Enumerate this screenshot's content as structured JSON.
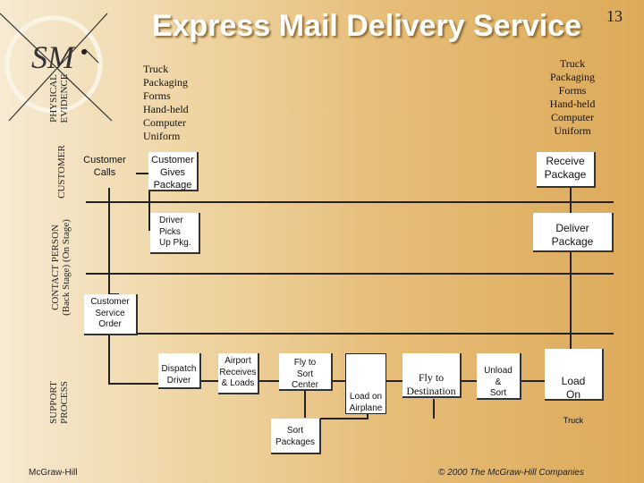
{
  "title": "Express Mail Delivery Service",
  "page_number": "13",
  "logo": {
    "letters": "SM"
  },
  "lane_labels": {
    "physical_evidence": "PHYSICAL\nEVIDENCE",
    "customer": "CUSTOMER",
    "contact_person": "CONTACT PERSON\n(Back Stage)   (On Stage)",
    "support_process": "SUPPORT\nPROCESS"
  },
  "evidence": {
    "left": "Truck\nPackaging\nForms\nHand-held\nComputer\nUniform",
    "right": "Truck\nPackaging\nForms\nHand-held\nComputer\nUniform"
  },
  "steps": {
    "customer_calls": "Customer\nCalls",
    "customer_gives_package": "Customer\nGives\nPackage",
    "receive_package": "Receive\nPackage",
    "driver_picks_up": "Driver\nPicks\nUp Pkg.",
    "deliver_package": "Deliver\nPackage",
    "customer_service_order": "Customer\nService\nOrder",
    "dispatch_driver": "Dispatch\nDriver",
    "airport_receives": "Airport\nReceives\n& Loads",
    "fly_to_sort_center": "Fly to\nSort\nCenter",
    "load_on_airplane": "Load on\nAirplane",
    "fly_to_destination": "Fly to\nDestination",
    "unload_sort": "Unload\n&\nSort",
    "load_on_truck_main": "Load\nOn",
    "load_on_truck_sub": "Truck",
    "sort_packages": "Sort\nPackages"
  },
  "footer": {
    "left": "McGraw-Hill",
    "right": "© 2000 The McGraw-Hill Companies"
  }
}
